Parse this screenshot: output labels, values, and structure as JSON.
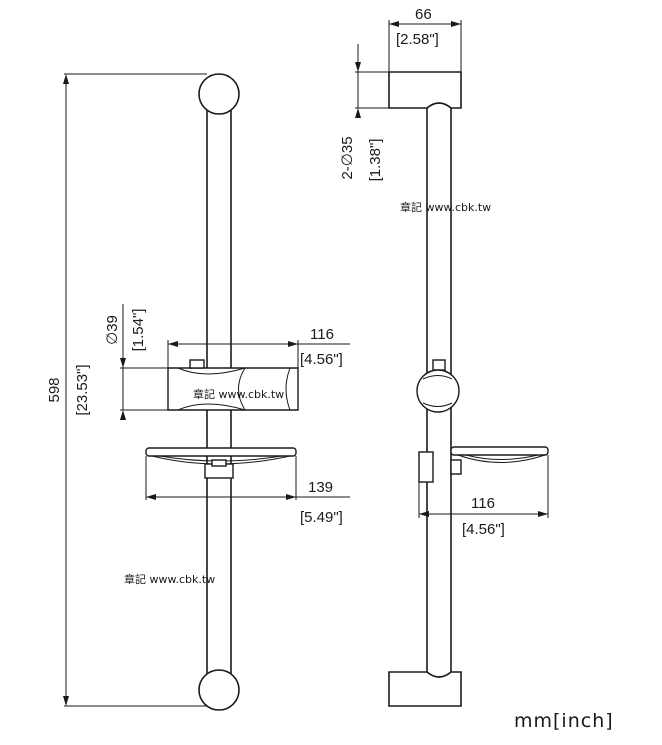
{
  "front_view": {
    "height": {
      "mm": "598",
      "inch": "[23.53\"]"
    },
    "holder_diameter": {
      "mm": "∅39",
      "inch": "[1.54\"]"
    },
    "holder_width": {
      "mm": "116",
      "inch": "[4.56\"]"
    },
    "dish_width": {
      "mm": "139",
      "inch": "[5.49\"]"
    }
  },
  "side_view": {
    "bracket_width": {
      "mm": "66",
      "inch": "[2.58\"]"
    },
    "mount_diameter": {
      "mm": "2-∅35",
      "inch": "[1.38\"]"
    },
    "dish_depth": {
      "mm": "116",
      "inch": "[4.56\"]"
    }
  },
  "watermarks": [
    "章記 www.cbk.tw",
    "章記 www.cbk.tw",
    "章記 www.cbk.tw"
  ],
  "units": "mm[inch]"
}
